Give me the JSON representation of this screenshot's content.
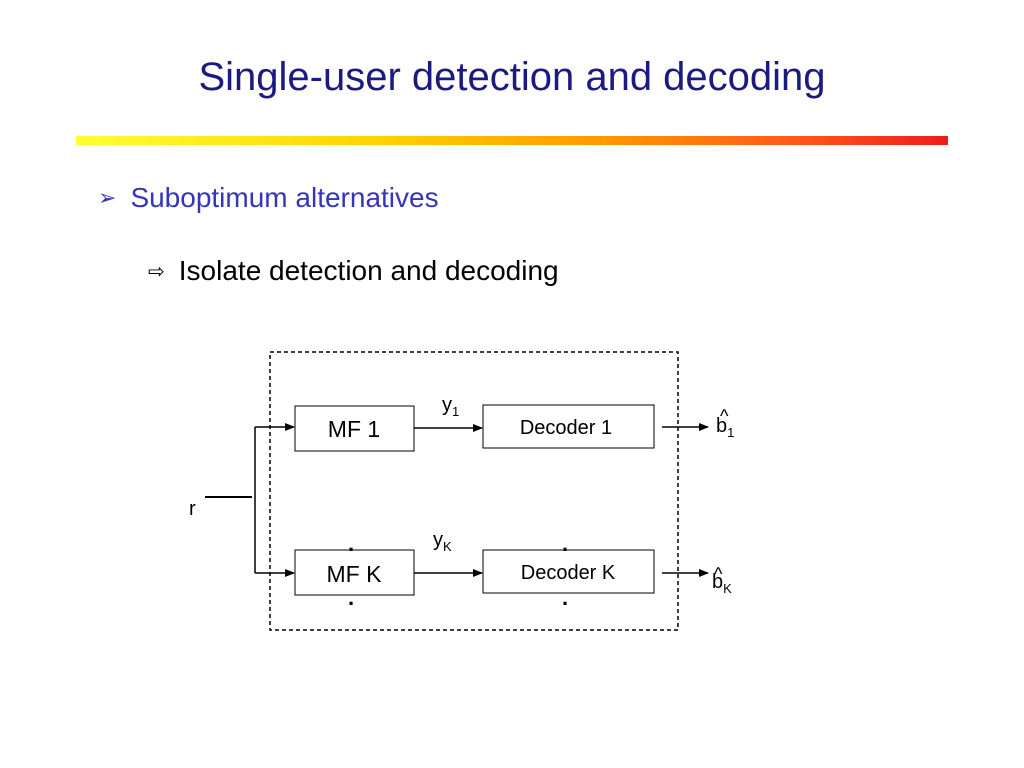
{
  "slide": {
    "title": "Single-user detection and decoding",
    "bullets": [
      {
        "marker": "➢",
        "text": "Suboptimum alternatives",
        "color": "#3535b8"
      },
      {
        "marker": "⇨",
        "text": "Isolate detection and decoding",
        "color": "#000000"
      }
    ]
  },
  "diagram": {
    "input_label": "r",
    "blocks": {
      "mf_top": "MF 1",
      "mf_bottom": "MF K",
      "dec_top": "Decoder 1",
      "dec_bottom": "Decoder K"
    },
    "signals": {
      "y_top": {
        "base": "y",
        "sub": "1"
      },
      "y_bottom": {
        "base": "y",
        "sub": "K"
      }
    },
    "outputs": {
      "b_top": {
        "hat": "^",
        "base": "b",
        "sub": "1"
      },
      "b_bottom": {
        "hat": "^",
        "base": "b",
        "sub": "K"
      }
    },
    "ellipsis_dot": "."
  },
  "colors": {
    "title": "#1a1a80",
    "bullet_level1": "#3535b8",
    "line": "#000000"
  }
}
